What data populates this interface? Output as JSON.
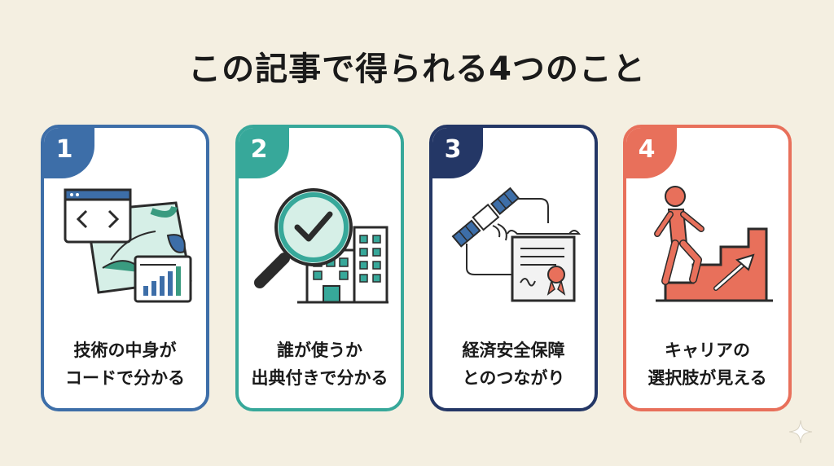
{
  "title": "この記事で得られる4つのこと",
  "colors": {
    "card1": "#3d6ea8",
    "card2": "#37a89a",
    "card3": "#243766",
    "card4": "#e8705b",
    "background": "#f4efe1"
  },
  "cards": [
    {
      "number": "1",
      "line1": "技術の中身が",
      "line2": "コードで分かる",
      "icon": "code-map-chart-icon"
    },
    {
      "number": "2",
      "line1": "誰が使うか",
      "line2": "出典付きで分かる",
      "icon": "magnifier-building-icon"
    },
    {
      "number": "3",
      "line1": "経済安全保障",
      "line2": "とのつながり",
      "icon": "satellite-document-icon"
    },
    {
      "number": "4",
      "line1": "キャリアの",
      "line2": "選択肢が見える",
      "icon": "person-stairs-icon"
    }
  ]
}
